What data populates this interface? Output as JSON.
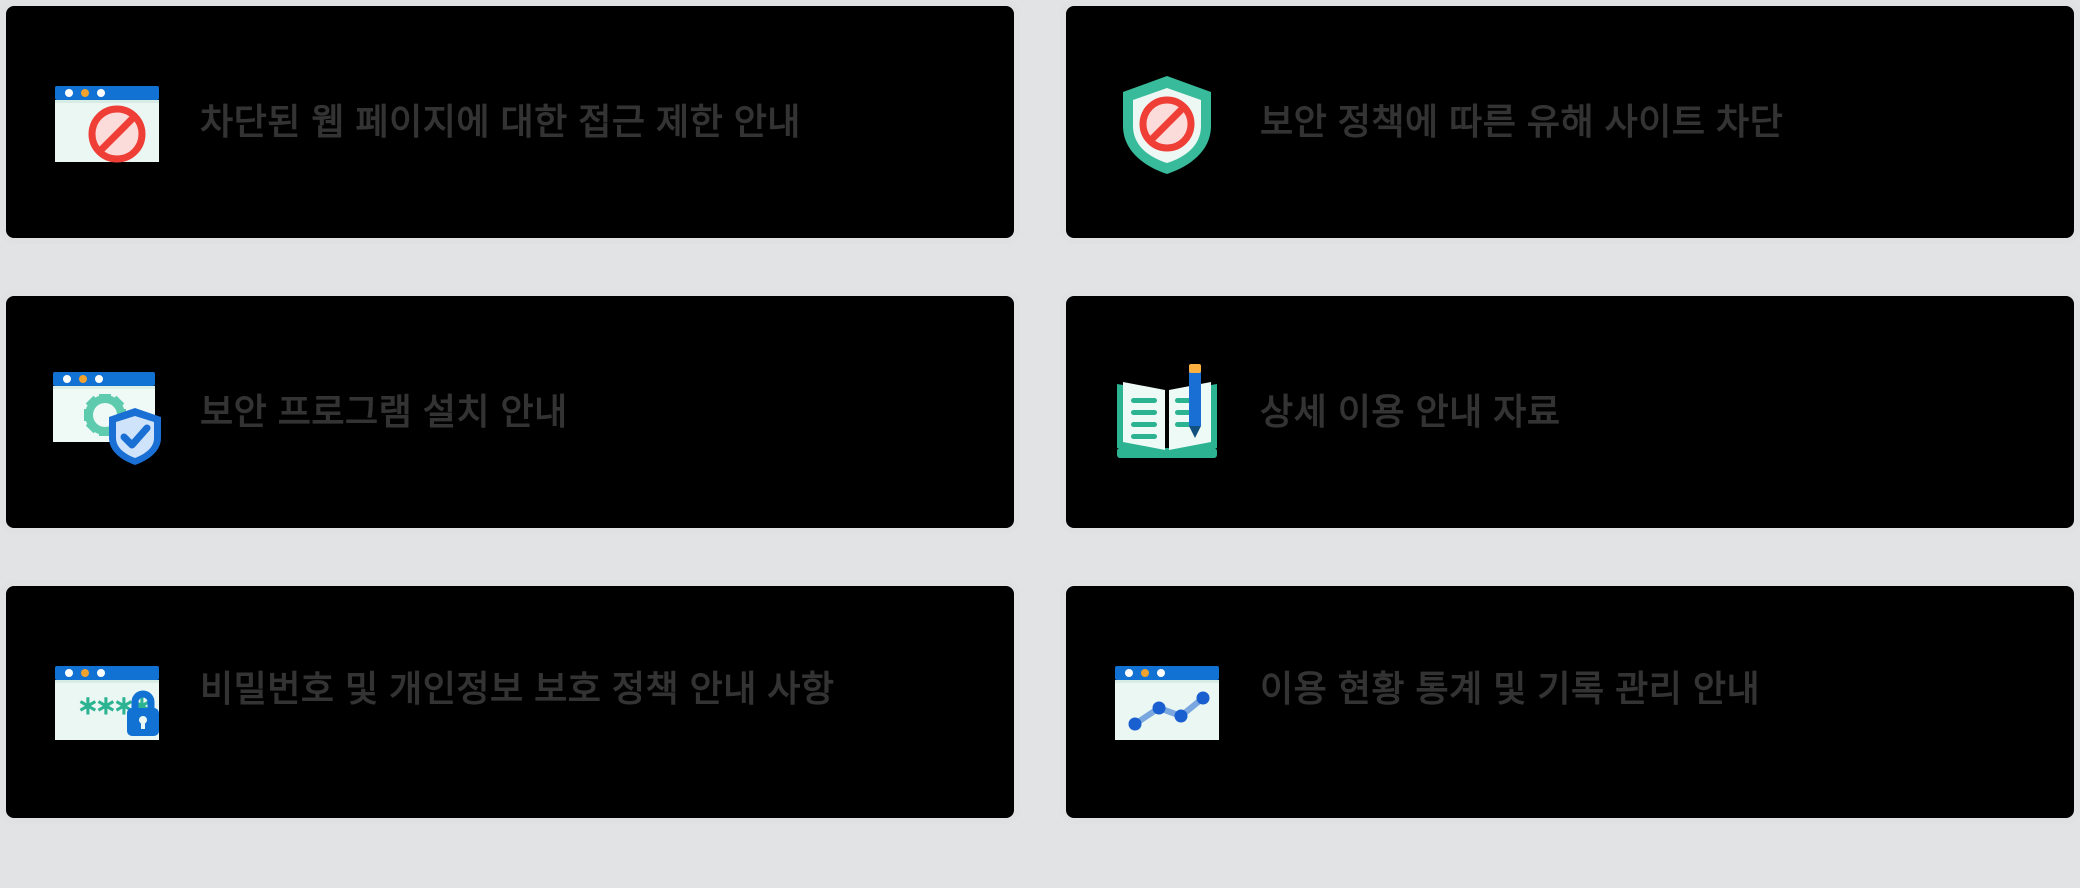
{
  "page": {
    "background_color": "#e2e3e5",
    "card_background_color": "#000000",
    "card_border_color": "#e0e1e3",
    "text_color": "#333333"
  },
  "cards": [
    {
      "id": "card-blocked-page",
      "icon": "browser-blocked-icon",
      "icon_colors": {
        "titlebar": "#1272d3",
        "body": "#eaf7f3",
        "sign": "#ef3e36",
        "sign_fill": "#fbdcdb"
      },
      "text": "차단된 웹 페이지에 대한 접근 제한 안내"
    },
    {
      "id": "card-shield-block",
      "icon": "shield-blocked-icon",
      "icon_colors": {
        "shield": "#38bb9a",
        "shield_fill": "#edf8f5",
        "sign": "#ef3e36",
        "sign_fill": "#fbdcdb"
      },
      "text": "보안 정책에 따른 유해 사이트 차단"
    },
    {
      "id": "card-security-settings",
      "icon": "browser-settings-shield-icon",
      "icon_colors": {
        "titlebar": "#1272d3",
        "body": "#eff9f5",
        "gear": "#5ecbae",
        "shield": "#1a6fd4",
        "check": "#cfe4fb"
      },
      "text": "보안 프로그램 설치 안내"
    },
    {
      "id": "card-guide-book",
      "icon": "notebook-pencil-icon",
      "icon_colors": {
        "cover": "#2bb392",
        "page": "#eefaf6",
        "lines": "#2bb392",
        "pencil": "#1a6fd4",
        "pencil_tip": "#fbb040"
      },
      "text": "상세 이용 안내 자료"
    },
    {
      "id": "card-password-policy",
      "icon": "browser-password-lock-icon",
      "icon_colors": {
        "titlebar": "#1272d3",
        "body": "#eaf7f3",
        "asterisks": "#2bb392",
        "lock": "#1272d3"
      },
      "text": "비밀번호 및 개인정보 보호 정책 안내 사항"
    },
    {
      "id": "card-usage-stats",
      "icon": "browser-chart-icon",
      "icon_colors": {
        "titlebar": "#1272d3",
        "body": "#eaf7f3",
        "line": "#7aa7e0",
        "points": "#1a5fcf"
      },
      "text": "이용 현황 통계 및 기록 관리 안내"
    }
  ]
}
